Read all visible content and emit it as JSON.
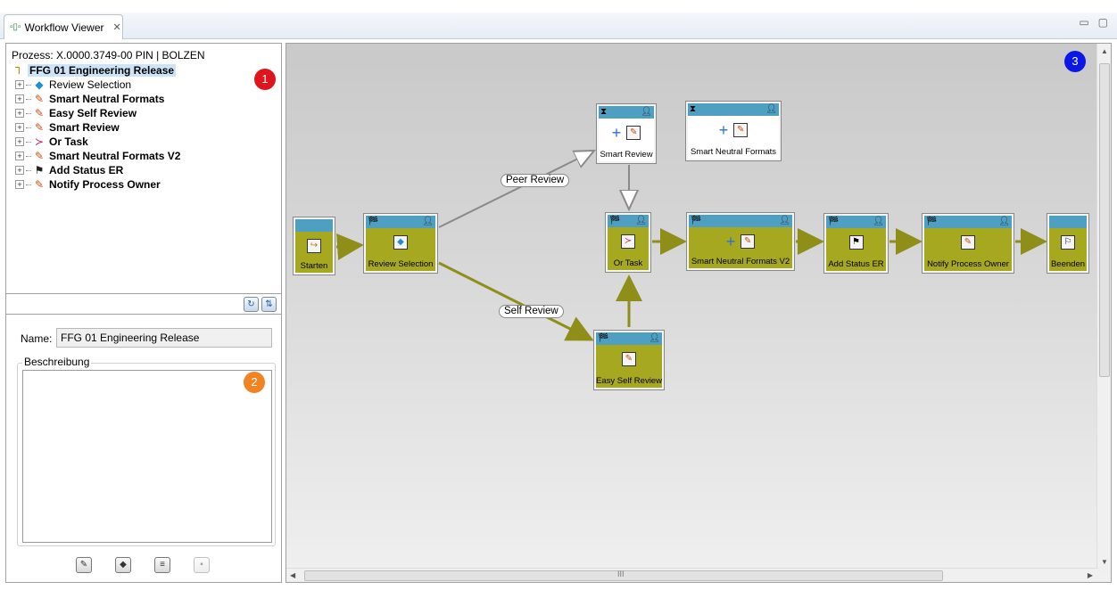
{
  "tab": {
    "title": "Workflow Viewer",
    "close": "✕"
  },
  "window_controls": {
    "minimize": "▭",
    "maximize": "▢"
  },
  "tree": {
    "process_label": "Prozess: X.0000.3749-00 PIN | BOLZEN",
    "root": "FFG 01 Engineering Release",
    "items": [
      {
        "label": "Review Selection",
        "icon": "diamond-icon",
        "bold": false
      },
      {
        "label": "Smart Neutral Formats",
        "icon": "task-icon",
        "bold": true
      },
      {
        "label": "Easy Self Review",
        "icon": "task-icon",
        "bold": true
      },
      {
        "label": "Smart Review",
        "icon": "task-icon",
        "bold": true
      },
      {
        "label": "Or Task",
        "icon": "or-icon",
        "bold": true
      },
      {
        "label": "Smart Neutral Formats V2",
        "icon": "task-icon",
        "bold": true
      },
      {
        "label": "Add Status ER",
        "icon": "flag-icon",
        "bold": true
      },
      {
        "label": "Notify Process Owner",
        "icon": "task-icon",
        "bold": true
      }
    ]
  },
  "markers": {
    "m1": "1",
    "m2": "2",
    "m3": "3"
  },
  "details": {
    "name_label": "Name:",
    "name_value": "FFG 01 Engineering Release",
    "description_label": "Beschreibung",
    "description_value": ""
  },
  "workflow": {
    "nodes": {
      "start": "Starten",
      "review_selection": "Review Selection",
      "smart_review": "Smart Review",
      "smart_neutral_formats": "Smart Neutral Formats",
      "or_task": "Or Task",
      "snf_v2": "Smart Neutral Formats V2",
      "add_status": "Add Status ER",
      "notify": "Notify Process Owner",
      "end": "Beenden",
      "easy_self_review": "Easy Self Review"
    },
    "edge_labels": {
      "peer": "Peer Review",
      "self": "Self Review"
    }
  },
  "scrollbar": {
    "grip": "III"
  },
  "colors": {
    "node_green": "#a6a820",
    "node_header": "#4e9fc1",
    "edge_green": "#8e8e18",
    "edge_gray": "#8a8a8a"
  }
}
